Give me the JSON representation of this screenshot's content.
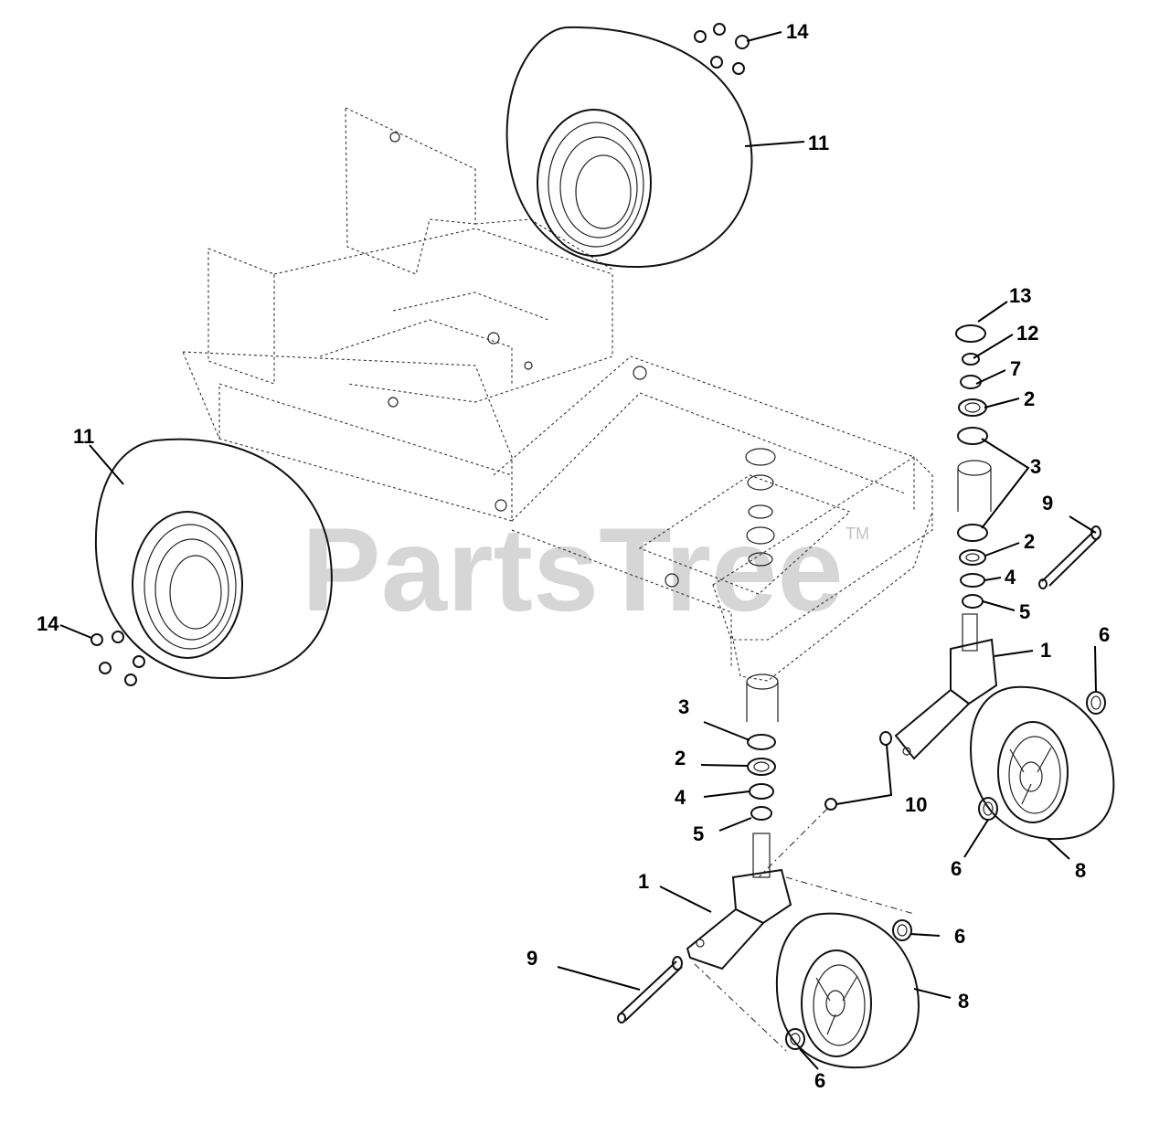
{
  "watermark": {
    "text": "PartsTree",
    "trademark": "TM"
  },
  "callouts": {
    "c14_top": "14",
    "c11_top": "11",
    "c13": "13",
    "c12": "12",
    "c7": "7",
    "c2_right": "2",
    "c3_right": "3",
    "c9_right": "9",
    "c2_right_lower": "2",
    "c4_right": "4",
    "c5_right": "5",
    "c11_left": "11",
    "c14_left": "14",
    "c1_right": "1",
    "c6_right_top": "6",
    "c3_center": "3",
    "c2_center": "2",
    "c4_center": "4",
    "c5_center": "5",
    "c10": "10",
    "c6_right_mid": "6",
    "c8_right": "8",
    "c1_left": "1",
    "c9_left": "9",
    "c6_center": "6",
    "c8_center": "8",
    "c6_bottom": "6"
  }
}
